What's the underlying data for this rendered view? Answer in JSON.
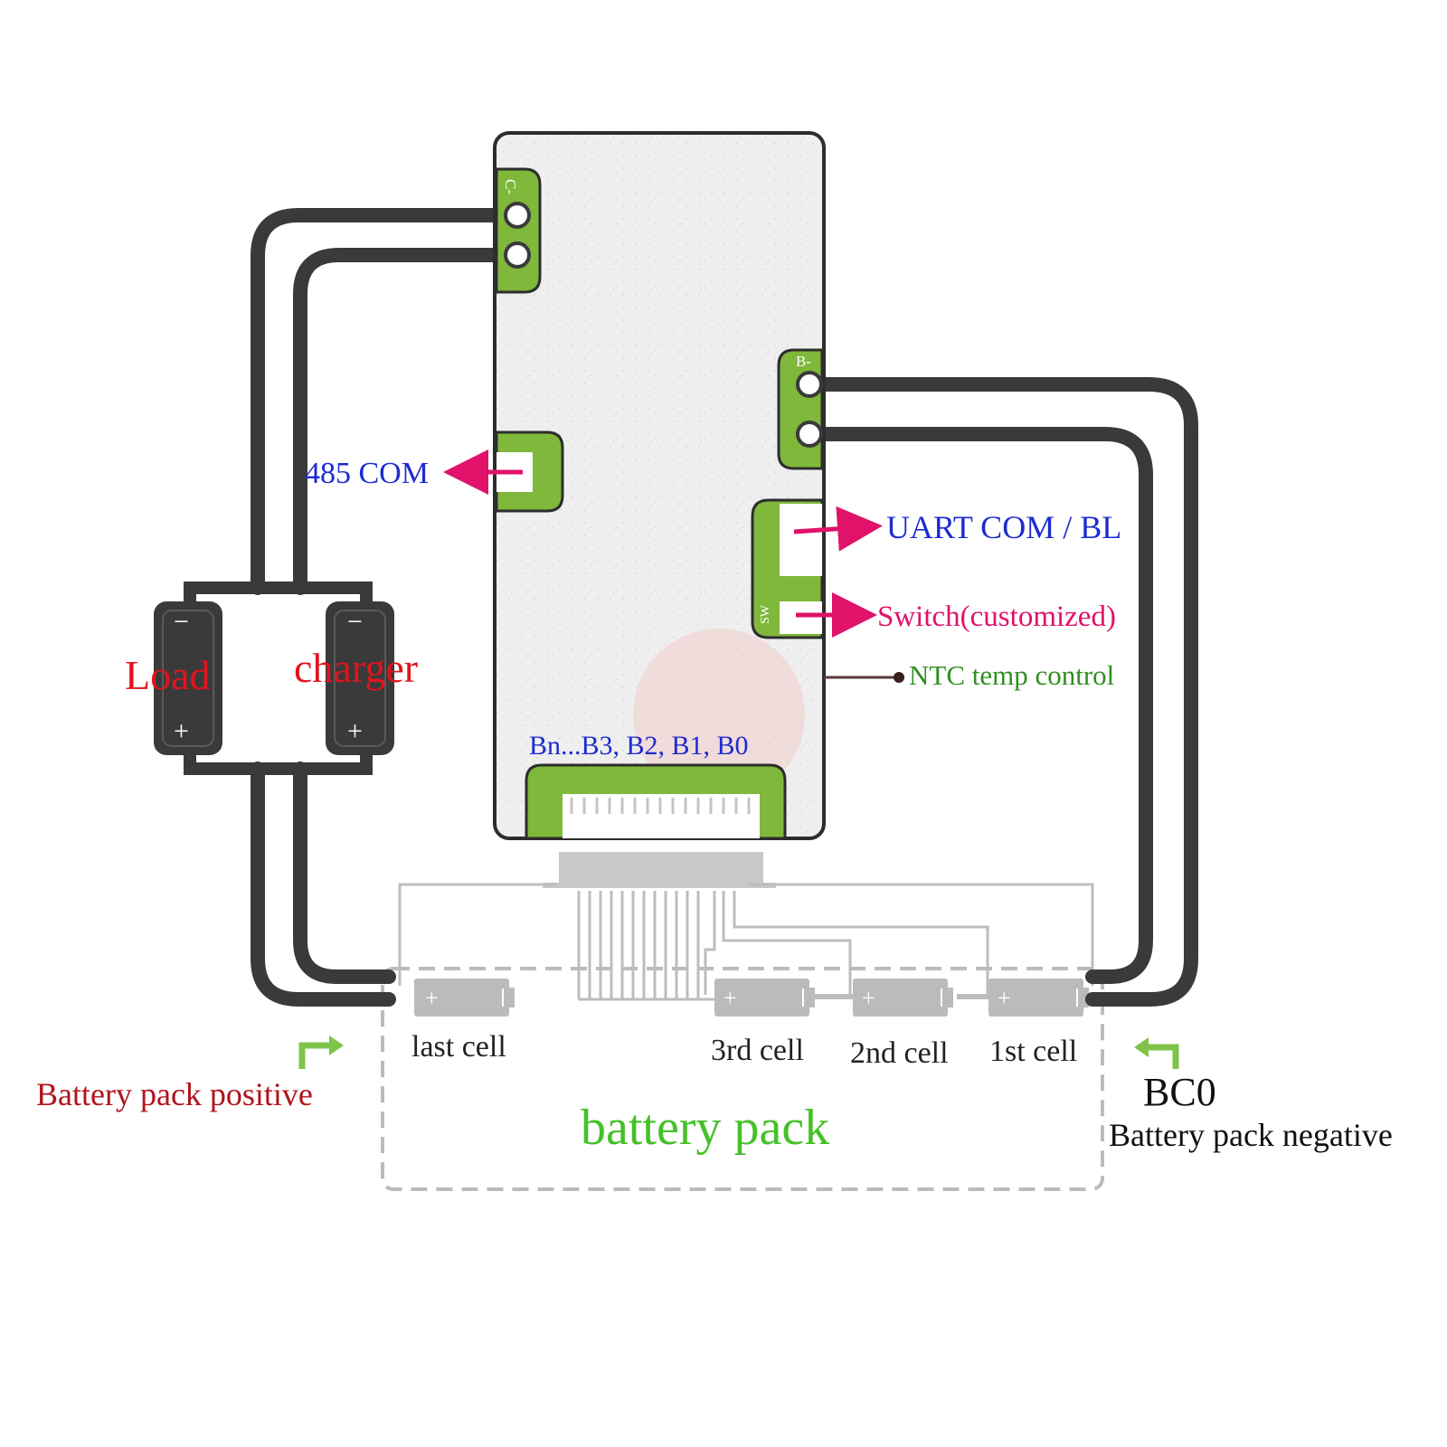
{
  "labels": {
    "com485": "485 COM",
    "uart": "UART COM / BL",
    "switch": "Switch(customized)",
    "ntc": "NTC temp control",
    "balance": "Bn...B3, B2, B1, B0",
    "load": "Load",
    "charger": "charger",
    "pack_positive": "Battery pack positive",
    "pack_negative": "Battery pack negative",
    "bc0": "BC0",
    "battery_pack": "battery pack"
  },
  "cells": {
    "last": "last cell",
    "third": "3rd cell",
    "second": "2nd cell",
    "first": "1st cell"
  },
  "pads": {
    "c_minus": "C-",
    "b_minus": "B-",
    "sw": "SW"
  },
  "terminal_symbols": {
    "minus": "−",
    "plus": "+"
  },
  "colors": {
    "red_label": "#e0141e",
    "dark_red_label": "#b0131c",
    "blue_label": "#1d2bd0",
    "magenta_label": "#e0126a",
    "green_label": "#2f8f1f",
    "bright_green": "#45c12a",
    "wire": "#3a3a3a",
    "pcb_green": "#7fb83a",
    "board": "#eeeeee"
  }
}
